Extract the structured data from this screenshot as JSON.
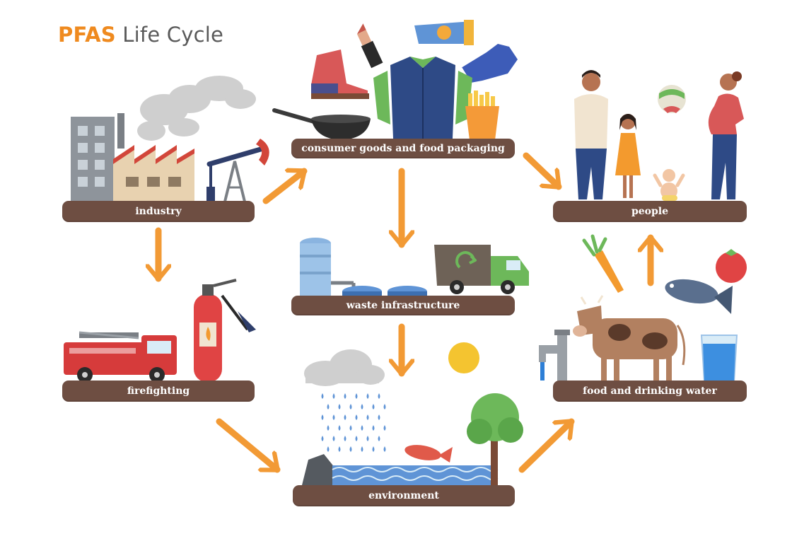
{
  "title": {
    "part1": "PFAS",
    "part2": "Life Cycle"
  },
  "nodes": {
    "industry": "industry",
    "consumer": "consumer goods and food packaging",
    "people": "people",
    "waste": "waste infrastructure",
    "firefighting": "firefighting",
    "food_water": "food and drinking water",
    "environment": "environment"
  },
  "colors": {
    "accent": "#ef8a1f",
    "title_text": "#5a5a5a",
    "label_bar": "#6e4e42",
    "arrow": "#f29a35"
  },
  "flows": [
    [
      "industry",
      "consumer goods and food packaging"
    ],
    [
      "industry",
      "firefighting"
    ],
    [
      "consumer goods and food packaging",
      "waste infrastructure"
    ],
    [
      "consumer goods and food packaging",
      "people"
    ],
    [
      "waste infrastructure",
      "environment"
    ],
    [
      "firefighting",
      "environment"
    ],
    [
      "environment",
      "food and drinking water"
    ],
    [
      "food and drinking water",
      "people"
    ]
  ]
}
